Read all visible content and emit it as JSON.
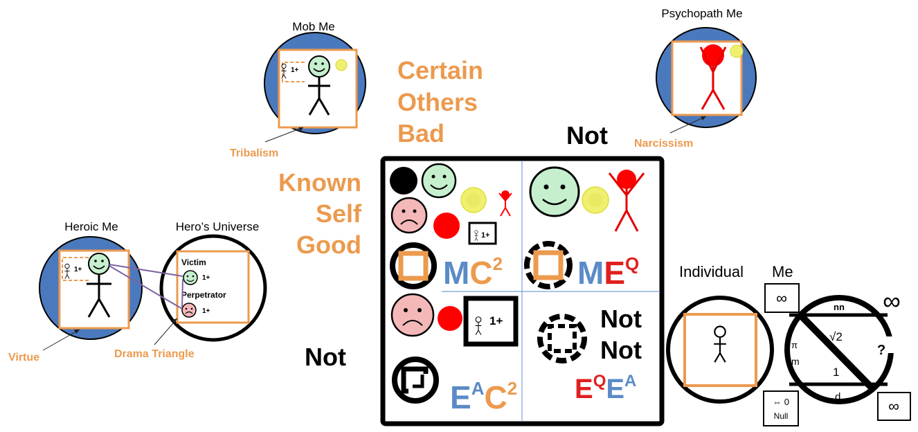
{
  "colors": {
    "orange": "#ec9a4e",
    "blue_circle": "#4b79bd",
    "letter_blue": "#5b8bc7",
    "letter_red": "#e02020",
    "red": "#ff0000",
    "black": "#000000",
    "smile_green": "#c6efce",
    "frown_pink": "#f4b8b8",
    "yellow": "#f0f070"
  },
  "labels": {
    "mob_me": "Mob Me",
    "tribalism": "Tribalism",
    "psychopath_me": "Psychopath Me",
    "narcissism": "Narcissism",
    "certain_others_bad": [
      "Certain",
      "Others",
      "Bad"
    ],
    "not_top": "Not",
    "known_self_good": [
      "Known",
      "Self",
      "Good"
    ],
    "heroic_me": "Heroic Me",
    "heros_universe": "Hero’s Universe",
    "victim": "Victim",
    "perpetrator": "Perpetrator",
    "one_plus": "1+",
    "virtue": "Virtue",
    "drama_triangle": "Drama Triangle",
    "not_left": "Not",
    "individual": "Individual",
    "me": "Me"
  },
  "grid": {
    "q1": {
      "m": "M",
      "c": "C",
      "exp": "2"
    },
    "q2": {
      "m": "M",
      "e": "E",
      "exp": "Q"
    },
    "q3": {
      "e": "E",
      "a": "A",
      "c": "C",
      "exp": "2"
    },
    "q4": {
      "not1": "Not",
      "not2": "Not",
      "e1": "E",
      "q": "Q",
      "e2": "E",
      "a": "A"
    },
    "badge": "1+"
  },
  "individual": {
    "infinity": "∞",
    "nn": "nn",
    "sqrt2": "√2",
    "pi": "π",
    "m": "m",
    "one": "1",
    "d": "d",
    "question": "?",
    "arrow_zero": "⇔ 0",
    "null": "Null"
  }
}
